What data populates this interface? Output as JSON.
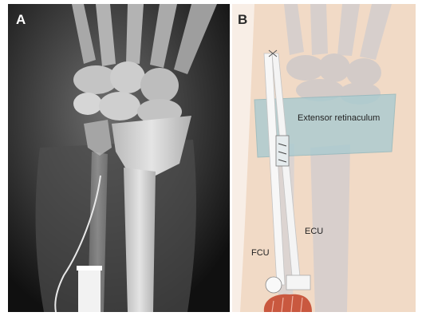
{
  "panel_a": {
    "letter": "A"
  },
  "panel_b": {
    "letter": "B",
    "labels": {
      "extensor_retinaculum": "Extensor retinaculum",
      "ecu": "ECU",
      "fcu": "FCU"
    }
  },
  "colors": {
    "xray_bg": "#0d0d0d",
    "skin": "#f4dcc8",
    "bone": "#d8d2ce",
    "retinaculum": "#a9cbd0",
    "tendon": "#f4f4f4",
    "muscle": "#c9583f"
  }
}
